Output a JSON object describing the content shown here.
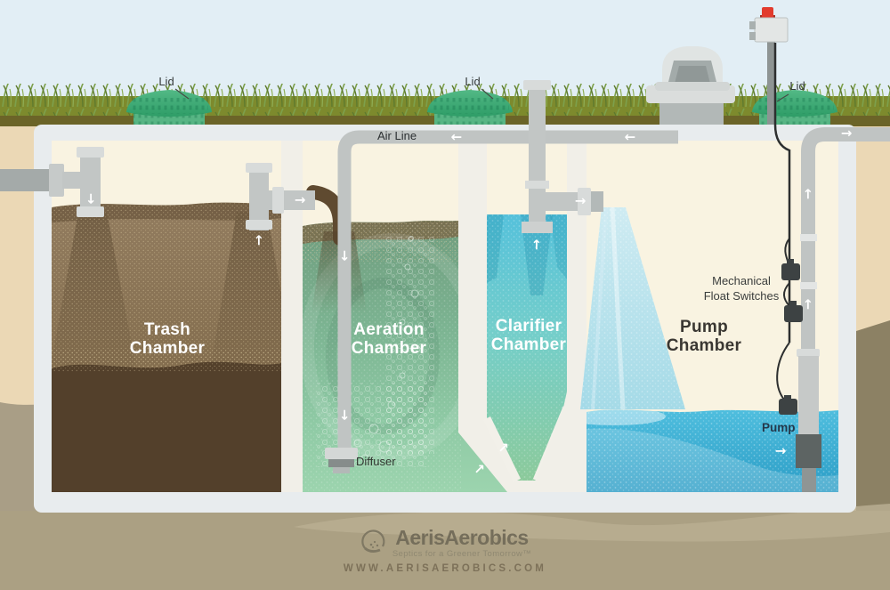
{
  "labels": {
    "lids": [
      "Lid",
      "Lid",
      "Lid"
    ],
    "air_line": "Air Line",
    "diffuser": "Diffuser",
    "float_switches_line1": "Mechanical",
    "float_switches_line2": "Float Switches",
    "pump": "Pump"
  },
  "chambers": [
    {
      "id": "trash",
      "line1": "Trash",
      "line2": "Chamber",
      "fill": "#846e4f",
      "text_color": "#ffffff"
    },
    {
      "id": "aeration",
      "line1": "Aeration",
      "line2": "Chamber",
      "fill": "#7cb492",
      "text_color": "#ffffff"
    },
    {
      "id": "clarifier",
      "line1": "Clarifier",
      "line2": "Chamber",
      "fill": "#74ceca",
      "text_color": "#ffffff"
    },
    {
      "id": "pump",
      "line1": "Pump",
      "line2": "Chamber",
      "fill": "#f9f3e1",
      "text_color": "#3a3732"
    }
  ],
  "logo": {
    "brand": "AerisAerobics",
    "tagline": "Septics for a Greener Tomorrow™",
    "website": "WWW.AERISAEROBICS.COM"
  },
  "icons": {
    "arrow": "→"
  },
  "colors": {
    "sky": "#e2eef5",
    "ground_tan": "#ebd8b5",
    "grass": "#85922f",
    "tank_shell": "#e8ecee",
    "tank_interior": "#f9f3e1",
    "trash_brown": "#846e4f",
    "sludge": "#53402b",
    "aeration_green": "#7cb492",
    "clarifier_teal": "#74ceca",
    "water_blue": "#3fb3d8",
    "pipe_gray": "#c2c6c5",
    "lid_green": "#3fa974",
    "alarm_red": "#e23b2d"
  }
}
